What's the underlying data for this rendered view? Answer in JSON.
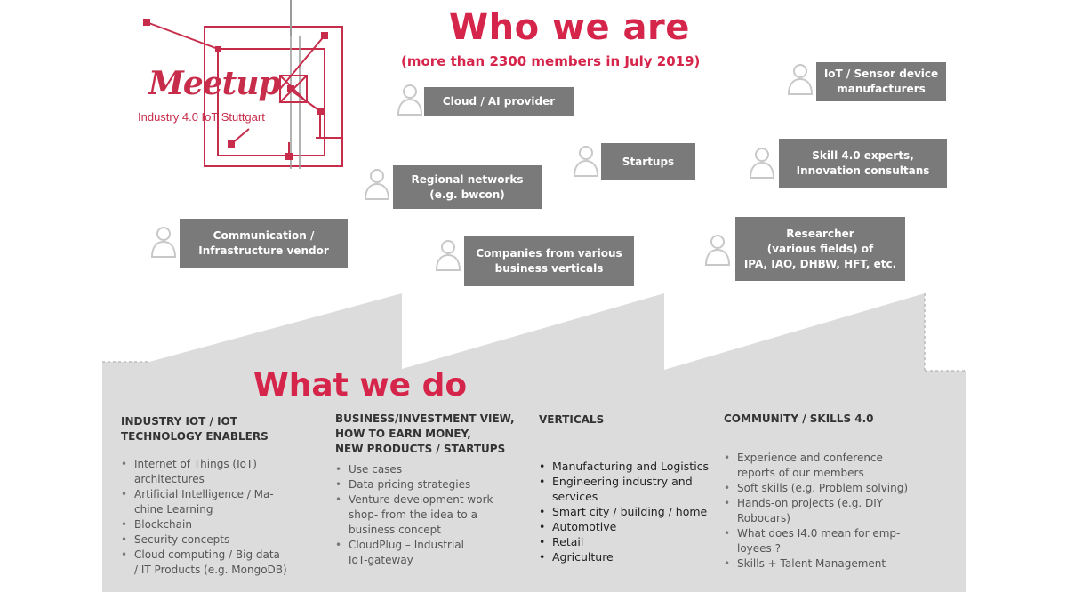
{
  "header": {
    "title": "Who we are",
    "subtitle": "(more than 2300 members in July 2019)"
  },
  "logo": {
    "word": "Meetup",
    "sub": "Industry 4.0  IoT  Stuttgart"
  },
  "colors": {
    "accent": "#d6254a",
    "box": "#7a7a7a",
    "factory": "#dcdcdc"
  },
  "members": {
    "cloud": "Cloud / AI provider",
    "iot_sensor": [
      "IoT / Sensor device",
      "manufacturers"
    ],
    "startups": "Startups",
    "skill": [
      "Skill 4.0 experts,",
      "Innovation consultans"
    ],
    "regional": [
      "Regional networks",
      "(e.g. bwcon)"
    ],
    "communication": [
      "Communication /",
      "Infrastructure vendor"
    ],
    "companies": [
      "Companies from various",
      "business verticals"
    ],
    "researcher": [
      "Researcher",
      "(various fields) of",
      "IPA, IAO, DHBW, HFT, etc."
    ]
  },
  "what_we_do": {
    "title": "What we do",
    "columns": [
      {
        "heading": [
          "INDUSTRY IOT / IOT",
          "TECHNOLOGY ENABLERS"
        ],
        "items": [
          [
            "Internet of Things (IoT)",
            "architectures"
          ],
          [
            "Artificial Intelligence / Ma-",
            "chine Learning"
          ],
          [
            "Blockchain"
          ],
          [
            "Security concepts"
          ],
          [
            "Cloud computing / Big data",
            "/ IT Products (e.g. MongoDB)"
          ]
        ]
      },
      {
        "heading": [
          "BUSINESS/INVESTMENT VIEW,",
          "HOW TO EARN MONEY,",
          "NEW PRODUCTS / STARTUPS"
        ],
        "items": [
          [
            "Use cases"
          ],
          [
            "Data pricing strategies"
          ],
          [
            "Venture development work-",
            "shop- from the idea to a",
            "business concept"
          ],
          [
            "CloudPlug – Industrial",
            "IoT-gateway"
          ]
        ]
      },
      {
        "heading": [
          "VERTICALS"
        ],
        "items": [
          [
            "Manufacturing and Logistics"
          ],
          [
            "Engineering industry and",
            "services"
          ],
          [
            "Smart city / building / home"
          ],
          [
            "Automotive"
          ],
          [
            "Retail"
          ],
          [
            "Agriculture"
          ]
        ]
      },
      {
        "heading": [
          "COMMUNITY / SKILLS 4.0"
        ],
        "items": [
          [
            "Experience and conference",
            "reports of our members"
          ],
          [
            "Soft skills (e.g. Problem solving)"
          ],
          [
            "Hands-on projects (e.g. DIY",
            "Robocars)"
          ],
          [
            "What does I4.0 mean for emp-",
            "loyees ?"
          ],
          [
            "Skills + Talent Management"
          ]
        ]
      }
    ]
  }
}
